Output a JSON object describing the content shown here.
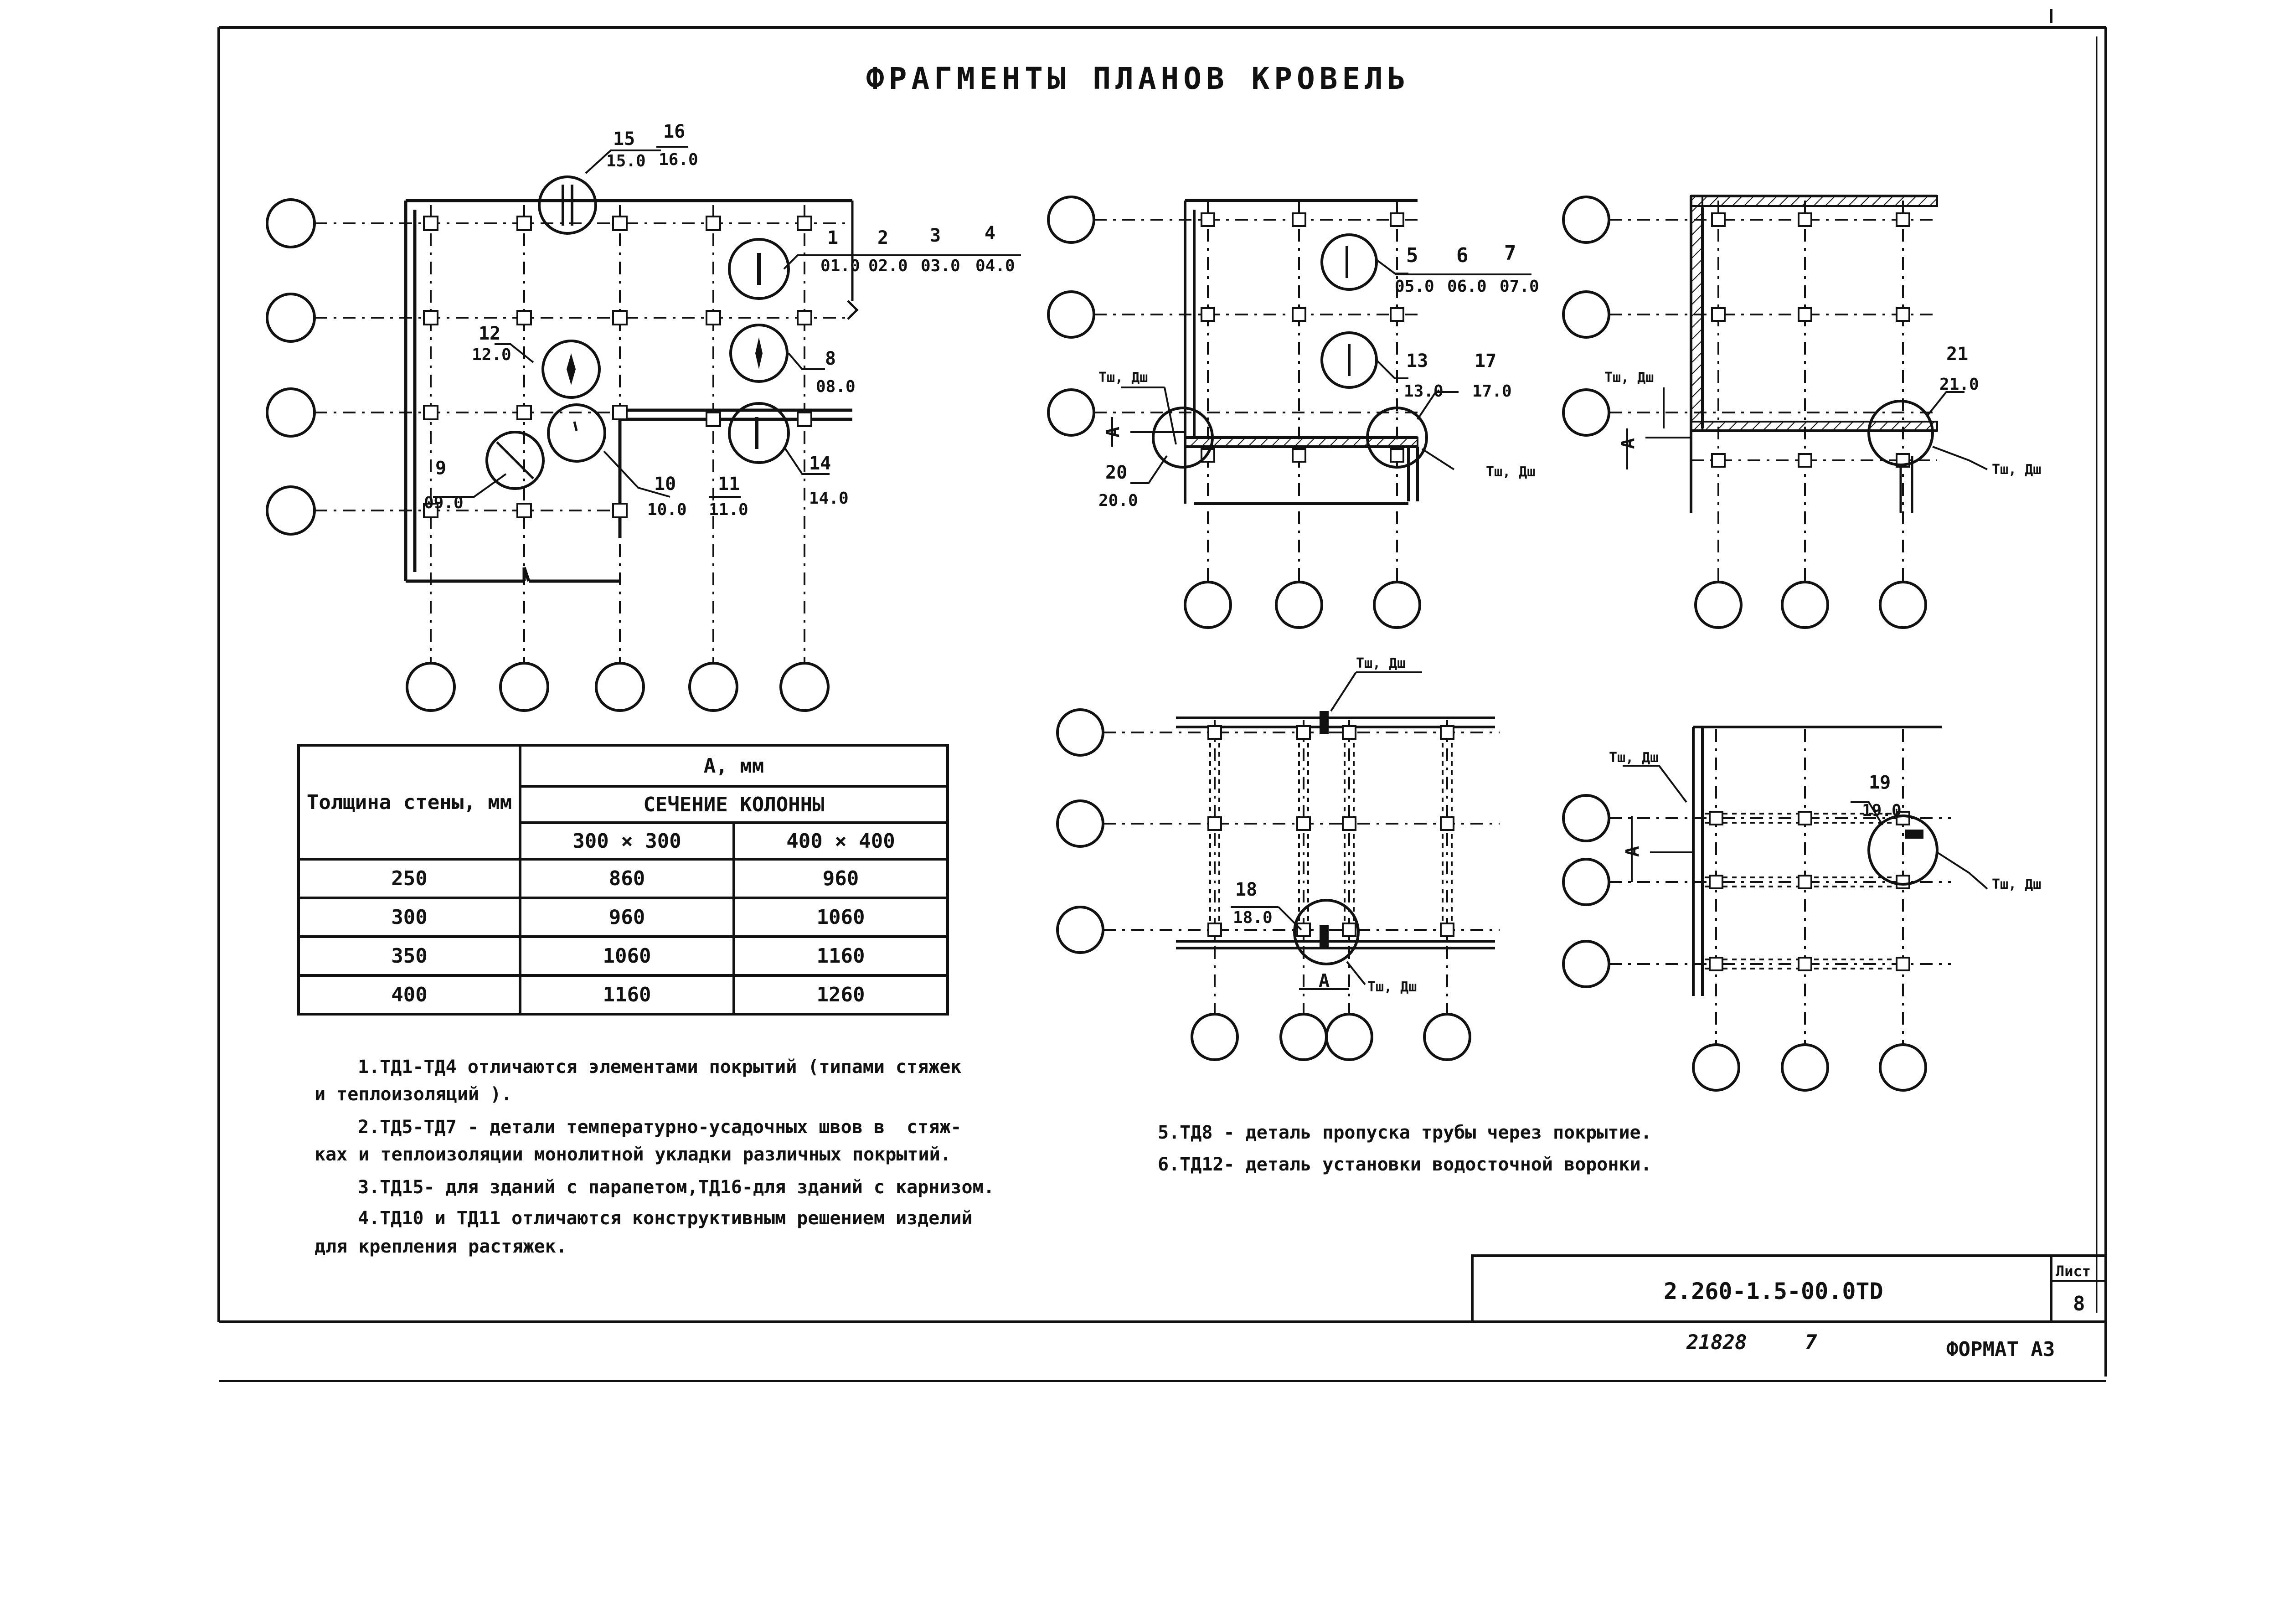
{
  "drawing": {
    "title": "ФРАГМЕНТЫ ПЛАНОВ КРОВЕЛЬ",
    "code": "2.260-1.5-00.0ТD",
    "sheet_label": "Лист",
    "sheet_number": "8",
    "inventory": "21828",
    "copy_number": "7",
    "format": "ФОРМАТ А3"
  },
  "callouts": {
    "c15": "15",
    "c15s": "15.0",
    "c16": "16",
    "c16s": "16.0",
    "c1": "1",
    "c1s": "01.0",
    "c2": "2",
    "c2s": "02.0",
    "c3": "3",
    "c3s": "03.0",
    "c4": "4",
    "c4s": "04.0",
    "c12": "12",
    "c12s": "12.0",
    "c8": "8",
    "c8s": "08.0",
    "c9": "9",
    "c9s": "09.0",
    "c10": "10",
    "c10s": "10.0",
    "c11": "11",
    "c11s": "11.0",
    "c14": "14",
    "c14s": "14.0",
    "c5": "5",
    "c5s": "05.0",
    "c6": "6",
    "c6s": "06.0",
    "c7": "7",
    "c7s": "07.0",
    "c13": "13",
    "c13s": "13.0",
    "c17": "17",
    "c17s": "17.0",
    "c20": "20",
    "c20s": "20.0",
    "c21": "21",
    "c21s": "21.0",
    "c18": "18",
    "c18s": "18.0",
    "c19": "19",
    "c19s": "19.0",
    "joint": "Тш, Дш",
    "dim_a": "А"
  },
  "table": {
    "col_header_left": "Толщина стены, мм",
    "col_header_a": "А, мм",
    "col_header_section": "СЕЧЕНИЕ КОЛОННЫ",
    "col_300": "300 × 300",
    "col_400": "400 × 400",
    "rows": [
      {
        "wall": "250",
        "v300": "860",
        "v400": "960"
      },
      {
        "wall": "300",
        "v300": "960",
        "v400": "1060"
      },
      {
        "wall": "350",
        "v300": "1060",
        "v400": "1160"
      },
      {
        "wall": "400",
        "v300": "1160",
        "v400": "1260"
      }
    ]
  },
  "notes": {
    "n1a": "1.ТД1-ТД4 отличаются элементами покрытий (типами стяжек",
    "n1b": "и теплоизоляций ).",
    "n2a": "2.ТД5-ТД7 - детали температурно-усадочных швов в  стяж-",
    "n2b": "ках и теплоизоляции монолитной укладки различных покрытий.",
    "n3": "3.ТД15- для зданий с парапетом,ТД16-для зданий с карнизом.",
    "n4a": "4.ТД10 и ТД11 отличаются конструктивным решением изделий",
    "n4b": "для крепления растяжек.",
    "n5": "5.ТД8 - деталь пропуска трубы через покрытие.",
    "n6": "6.ТД12- деталь установки водосточной воронки."
  }
}
